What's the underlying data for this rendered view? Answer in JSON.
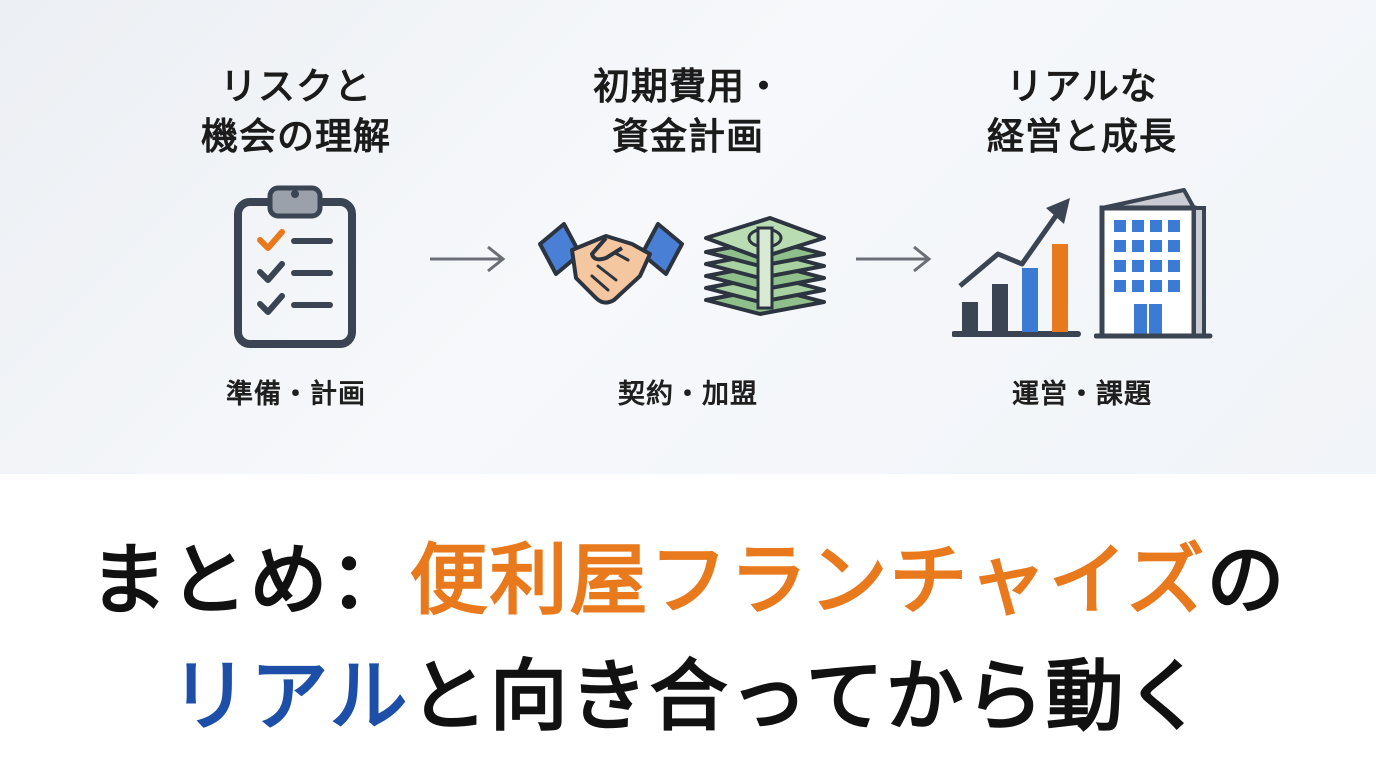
{
  "steps": [
    {
      "title": "リスクと\n機会の理解",
      "label": "準備・計画",
      "icon": "clipboard-checklist-icon"
    },
    {
      "title": "初期費用・\n資金計画",
      "label": "契約・加盟",
      "icon": "handshake-money-icon"
    },
    {
      "title": "リアルな\n経営と成長",
      "label": "運営・課題",
      "icon": "growth-building-icon"
    }
  ],
  "headline": {
    "line1_prefix": "まとめ：",
    "line1_highlight": "便利屋フランチャイズ",
    "line1_suffix": "の",
    "line2_highlight": "リアル",
    "line2_suffix": "と向き合ってから動く"
  },
  "colors": {
    "orange": "#e8791d",
    "blue": "#1d4fa8",
    "dark": "#3a4452"
  }
}
